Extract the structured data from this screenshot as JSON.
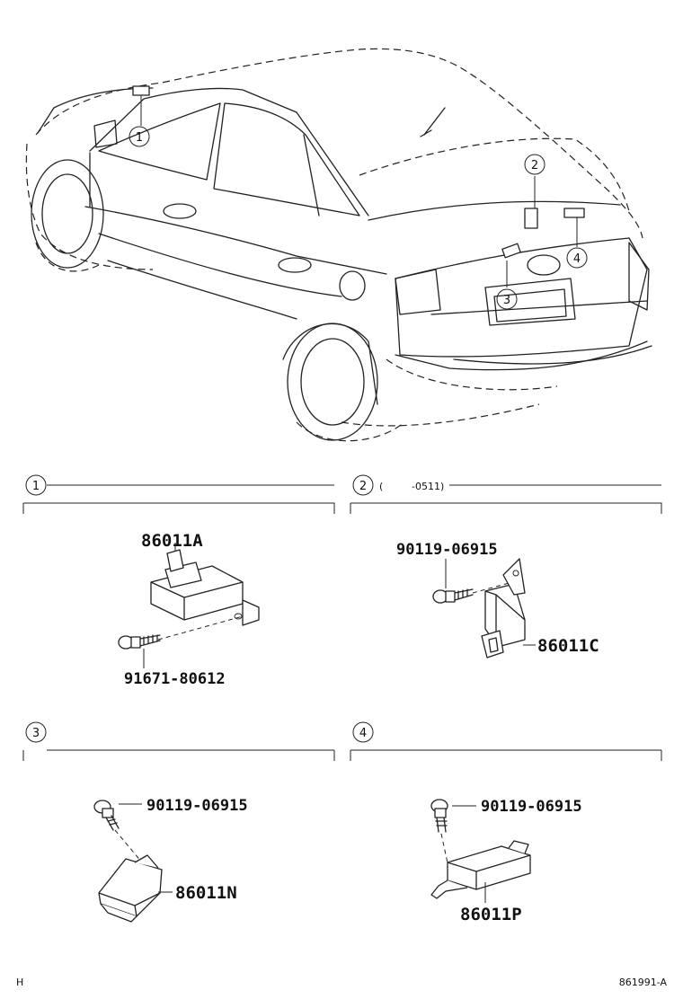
{
  "callouts": [
    "1",
    "2",
    "3",
    "4"
  ],
  "sections": [
    {
      "id": "1",
      "note": "",
      "parts": [
        "86011A",
        "91671-80612"
      ]
    },
    {
      "id": "2",
      "note_open": "(",
      "note_close": "-0511)",
      "parts": [
        "90119-06915",
        "86011C"
      ]
    },
    {
      "id": "3",
      "note": "",
      "parts": [
        "90119-06915",
        "86011N"
      ]
    },
    {
      "id": "4",
      "note": "",
      "parts": [
        "90119-06915",
        "86011P"
      ]
    }
  ],
  "footer": {
    "left": "H",
    "right": "861991-A"
  }
}
